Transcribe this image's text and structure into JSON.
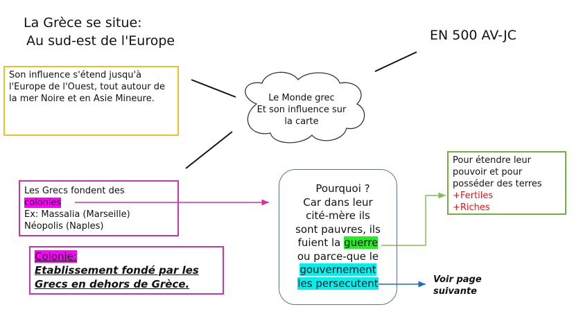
{
  "title": {
    "line1": "La Grèce se situe:",
    "line2": "Au sud-est de l'Europe"
  },
  "date": "EN 500 AV-JC",
  "influence_box": "Son influence s'étend jusqu'à l'Europe de l'Ouest, tout autour de la mer Noire et en Asie Mineure.",
  "cloud": {
    "line1": "Le Monde grec",
    "line2": "Et son influence sur",
    "line3": "la carte"
  },
  "colonies_box": {
    "line1": "Les Grecs fondent des",
    "highlight": "colonies",
    "line3": "Ex: Massalia (Marseille)",
    "line4": "Néopolis (Naples)"
  },
  "definition_box": {
    "term": "Colonie:",
    "line1": "Etablissement fondé par les",
    "line2": "Grecs en dehors de Grèce."
  },
  "why_box": {
    "l1": "Pourquoi ?",
    "l2": "Car dans leur",
    "l3": "cité-mère ils",
    "l4": "sont pauvres, ils",
    "l5a": "fuient la ",
    "l5b": "guerre",
    "l6": "ou parce-que le",
    "l7": "gouvernement",
    "l8": "les persecutent"
  },
  "goal_box": {
    "l1": "Pour étendre leur",
    "l2": "pouvoir et pour",
    "l3": "posséder des terres",
    "l4": "+Fertiles",
    "l5": "+Riches"
  },
  "next_page": {
    "l1": "Voir page",
    "l2": "suivante"
  },
  "colors": {
    "yellow": "#f0c020",
    "pink": "#cc33aa",
    "green": "#70b040",
    "blue": "#1f6fb8",
    "navy": "#5a6f9a"
  }
}
